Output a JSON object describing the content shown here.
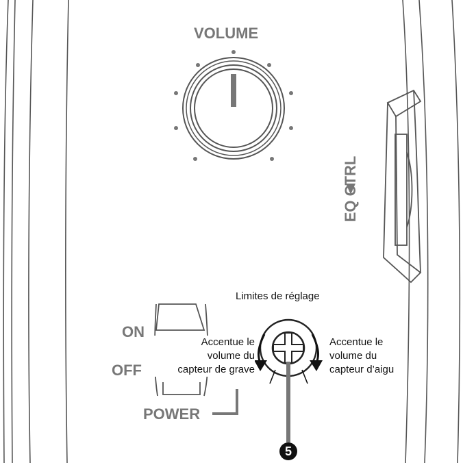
{
  "labels": {
    "volume": "VOLUME",
    "eq_ctrl": "EQ CTRL",
    "on": "ON",
    "off": "OFF",
    "power": "POWER",
    "range": "Limites de réglage",
    "left_callout": [
      "Accentue le",
      "volume du",
      "capteur de grave"
    ],
    "right_callout": [
      "Accentue le",
      "volume du",
      "capteur d’aigu"
    ],
    "marker_number": "5"
  },
  "colors": {
    "outline": "#555555",
    "label_grey": "#777777",
    "text": "#111111",
    "marker": "#111111"
  },
  "icons": {
    "volume_knob": "volume-knob-icon",
    "trim_screw": "trim-screw-icon",
    "rotate_left": "rotate-ccw-arrow-icon",
    "rotate_right": "rotate-cw-arrow-icon",
    "eq_arrow": "triangle-right-icon"
  }
}
